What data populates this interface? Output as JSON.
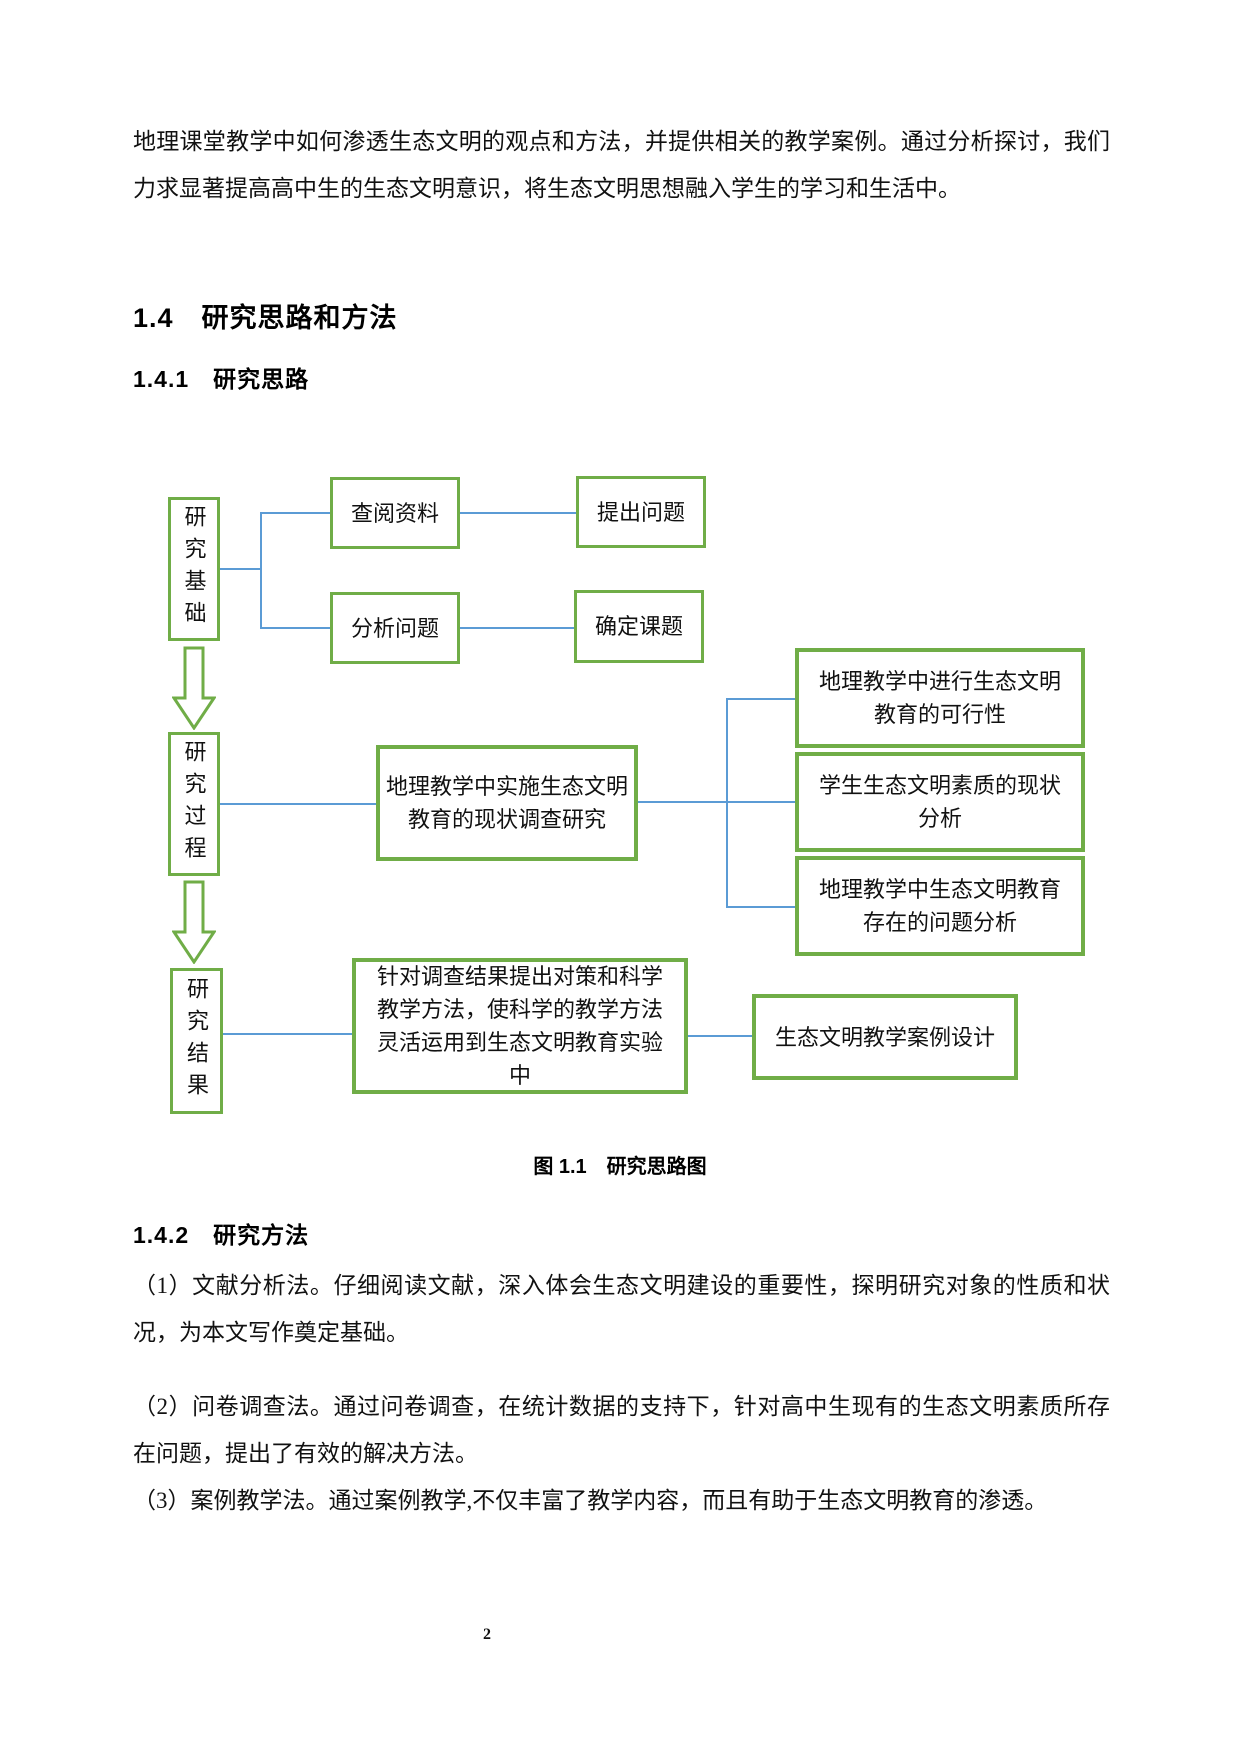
{
  "page": {
    "intro": "地理课堂教学中如何渗透生态文明的观点和方法，并提供相关的教学案例。通过分析探讨，我们力求显著提高高中生的生态文明意识，将生态文明思想融入学生的学习和生活中。",
    "heading_section": "1.4　研究思路和方法",
    "heading_sub1": "1.4.1　研究思路",
    "figure_caption": "图 1.1　研究思路图",
    "heading_sub2": "1.4.2　研究方法",
    "paragraphs": [
      "（1）文献分析法。仔细阅读文献，深入体会生态文明建设的重要性，探明研究对象的性质和状况，为本文写作奠定基础。",
      "（2）问卷调查法。通过问卷调查，在统计数据的支持下，针对高中生现有的生态文明素质所存在问题，提出了有效的解决方法。",
      "（3）案例教学法。通过案例教学,不仅丰富了教学内容，而且有助于生态文明教育的渗透。"
    ],
    "page_number": "2"
  },
  "flowchart": {
    "colors": {
      "box_border": "#70AD47",
      "connector": "#5B9BD5"
    },
    "stages": {
      "basis": "研究基础",
      "process": "研究过程",
      "results": "研究结果"
    },
    "boxes": {
      "consult": "查阅资料",
      "raise": "提出问题",
      "analyze": "分析问题",
      "confirm": "确定课题",
      "survey": "地理教学中实施生态文明教育的现状调查研究",
      "right1": "地理教学中进行生态文明教育的可行性",
      "right2": "学生生态文明素质的现状分析",
      "right3": "地理教学中生态文明教育存在的问题分析",
      "strategy": "针对调查结果提出对策和科学教学方法，使科学的教学方法灵活运用到生态文明教育实验中",
      "casedesign": "生态文明教学案例设计"
    }
  }
}
